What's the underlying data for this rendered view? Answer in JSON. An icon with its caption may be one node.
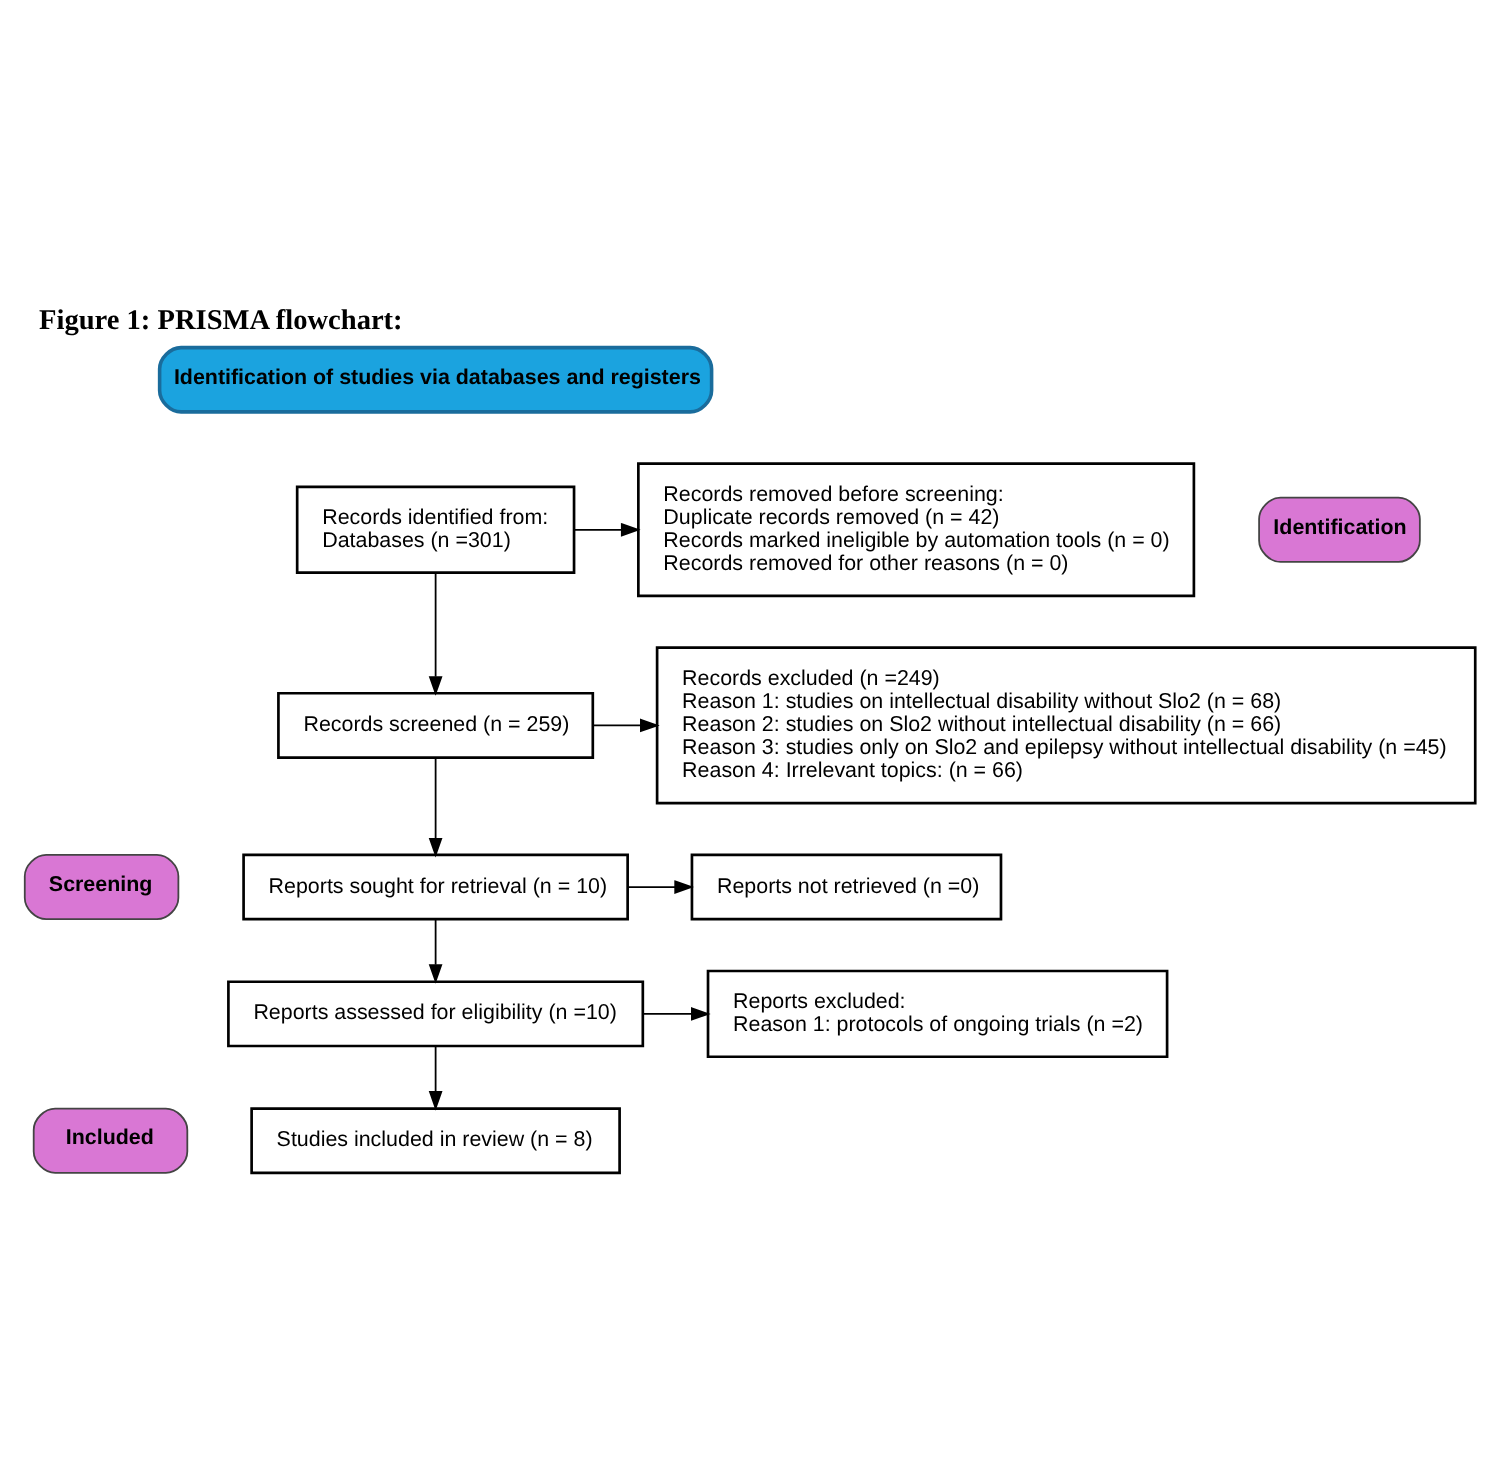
{
  "diagram": {
    "title": "Figure 1: PRISMA flowchart:",
    "nodes": [
      {
        "text": [
          "Identification of studies via databases and registers"
        ]
      },
      {
        "text": [
          "Identification"
        ]
      },
      {
        "text": [
          "Screening"
        ]
      },
      {
        "text": [
          "Included"
        ]
      },
      {
        "text": [
          "Records identified from:",
          "Databases (n =301)"
        ]
      },
      {
        "text": [
          "Records removed before screening:",
          "Duplicate records removed (n = 42)",
          "Records marked ineligible by automation tools (n = 0)",
          "Records removed for other reasons (n = 0)"
        ]
      },
      {
        "text": [
          "Records screened (n = 259)"
        ]
      },
      {
        "text": [
          "Records excluded (n =249)",
          "Reason 1: studies on intellectual disability without Slo2 (n = 68)",
          "Reason 2: studies on Slo2 without intellectual disability (n = 66)",
          "Reason 3: studies only on Slo2 and epilepsy without intellectual disability (n =45)",
          "Reason 4: Irrelevant topics: (n = 66)"
        ]
      },
      {
        "text": [
          "Reports sought for retrieval (n = 10)"
        ]
      },
      {
        "text": [
          "Reports not retrieved (n =0)"
        ]
      },
      {
        "text": [
          "Reports assessed for eligibility (n =10)"
        ]
      },
      {
        "text": [
          "Reports excluded:",
          "Reason 1: protocols of ongoing trials (n =2)"
        ]
      },
      {
        "text": [
          "Studies included in review (n = 8)"
        ]
      }
    ],
    "edges": [
      {
        "from": 4,
        "to": 5,
        "arrow": "to"
      },
      {
        "from": 4,
        "to": 6,
        "arrow": "to"
      },
      {
        "from": 6,
        "to": 7,
        "arrow": "to"
      },
      {
        "from": 6,
        "to": 8,
        "arrow": "to"
      },
      {
        "from": 8,
        "to": 9,
        "arrow": "to"
      },
      {
        "from": 8,
        "to": 10,
        "arrow": "to"
      },
      {
        "from": 10,
        "to": 11,
        "arrow": "to"
      },
      {
        "from": 10,
        "to": 12,
        "arrow": "to"
      }
    ]
  }
}
